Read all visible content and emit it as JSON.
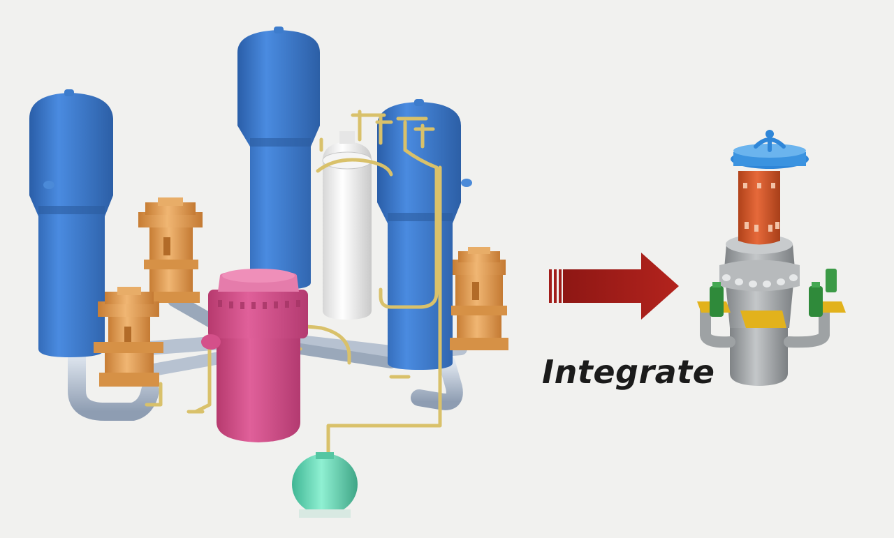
{
  "caption": "Integrate",
  "colors": {
    "background": "#f1f1ef",
    "steam_generator": "#3a78c8",
    "steam_generator_shade": "#2c5fa6",
    "reactor_vessel": "#d44a85",
    "pressurizer": "#eeeeee",
    "coolant_pump": "#e3a45c",
    "piping": "#aab6c6",
    "small_piping": "#d9c16a",
    "accumulator_tank": "#5fd6b1",
    "arrow": "#a11d1a",
    "integrated_top": "#2f86d8",
    "integrated_core": "#d4561e",
    "integrated_body": "#9ea2a4",
    "integrated_flanges": "#e2b21c",
    "integrated_pumps": "#2f8a3a",
    "caption_text": "#1b1b1b"
  },
  "components": {
    "left": [
      "steam-generator",
      "steam-generator",
      "steam-generator",
      "reactor-pressure-vessel",
      "pressurizer",
      "reactor-coolant-pump",
      "reactor-coolant-pump",
      "reactor-coolant-pump",
      "accumulator-tank"
    ],
    "right": [
      "integrated-reactor-module"
    ]
  }
}
